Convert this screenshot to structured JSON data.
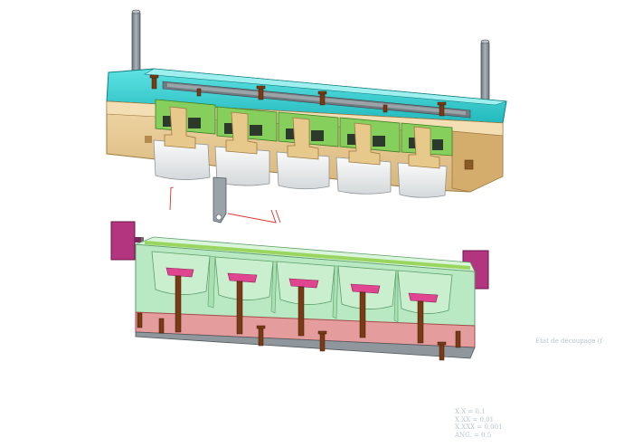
{
  "annotations": {
    "state_label": "Etat de découpage (f",
    "tolerances": [
      "X.X = 0.1",
      "X.XX = 0.01",
      "X.XXX = 0.001",
      "ANG. = 0.5"
    ]
  },
  "colors": {
    "background": "#ffffff",
    "top_plate": "#33d1d1",
    "tan_block": "#e3c592",
    "green_block": "#86cf5c",
    "insert_white": "#eceeee",
    "pillar_grey": "#8a9399",
    "magenta_block": "#b3347f",
    "cavity_pink": "#e0458f",
    "bottom_mint": "#b9e9c3",
    "bottom_red": "#e49c9c",
    "screw_brown": "#7a3a15",
    "sketch_red": "#d7342a"
  }
}
